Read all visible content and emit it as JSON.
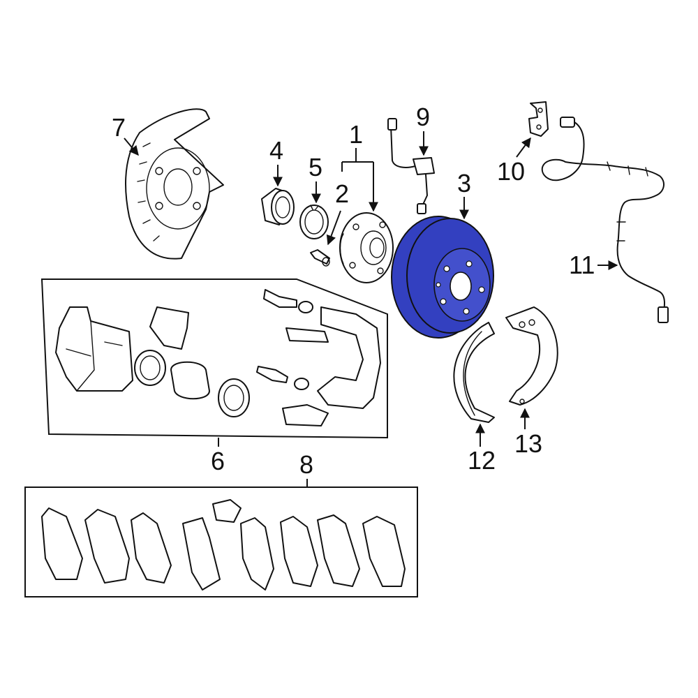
{
  "highlight_color": "#3340c0",
  "line_color": "#111111",
  "callouts": {
    "c1": "1",
    "c2": "2",
    "c3": "3",
    "c4": "4",
    "c5": "5",
    "c6": "6",
    "c7": "7",
    "c8": "8",
    "c9": "9",
    "c10": "10",
    "c11": "11",
    "c12": "12",
    "c13": "13"
  }
}
